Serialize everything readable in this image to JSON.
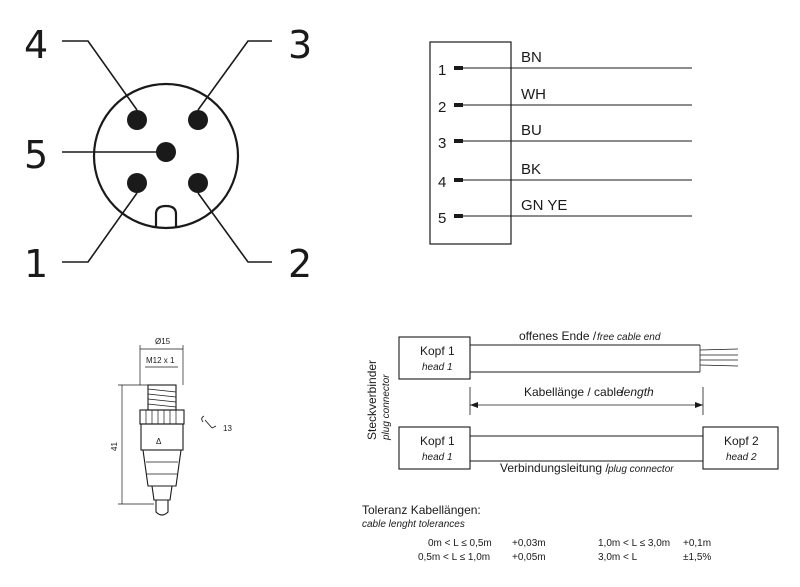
{
  "pinout": {
    "labels": {
      "p4": "4",
      "p3": "3",
      "p5": "5",
      "p1": "1",
      "p2": "2"
    }
  },
  "wiring": {
    "rows": [
      {
        "pin": "1",
        "color": "BN"
      },
      {
        "pin": "2",
        "color": "WH"
      },
      {
        "pin": "3",
        "color": "BU"
      },
      {
        "pin": "4",
        "color": "BK"
      },
      {
        "pin": "5",
        "color": "GN YE"
      }
    ]
  },
  "connector": {
    "dim_diameter": "Ø15",
    "dim_thread": "M12 x 1",
    "dim_length": "41",
    "dim_wrench": "13",
    "triangle_mark": "Δ"
  },
  "cable": {
    "side_label_de": "Steckverbinder",
    "side_label_en": "plug connector",
    "head1_de": "Kopf 1",
    "head1_en": "head 1",
    "head2_de": "Kopf 2",
    "head2_en": "head 2",
    "open_end_de": "offenes Ende /",
    "open_end_en": "free cable end",
    "length_de": "Kabellänge / cable",
    "length_en": "length",
    "connection_de": "Verbindungsleitung /",
    "connection_en": "plug connector"
  },
  "tolerance": {
    "title_de": "Toleranz Kabellängen:",
    "title_en": "cable lenght tolerances",
    "rows": [
      {
        "range": "0m < L ≤ 0,5m",
        "value": "+0,03m"
      },
      {
        "range": "0,5m < L ≤ 1,0m",
        "value": "+0,05m"
      },
      {
        "range": "1,0m < L ≤ 3,0m",
        "value": "+0,1m"
      },
      {
        "range": "3,0m < L",
        "value": "±1,5%"
      }
    ]
  }
}
